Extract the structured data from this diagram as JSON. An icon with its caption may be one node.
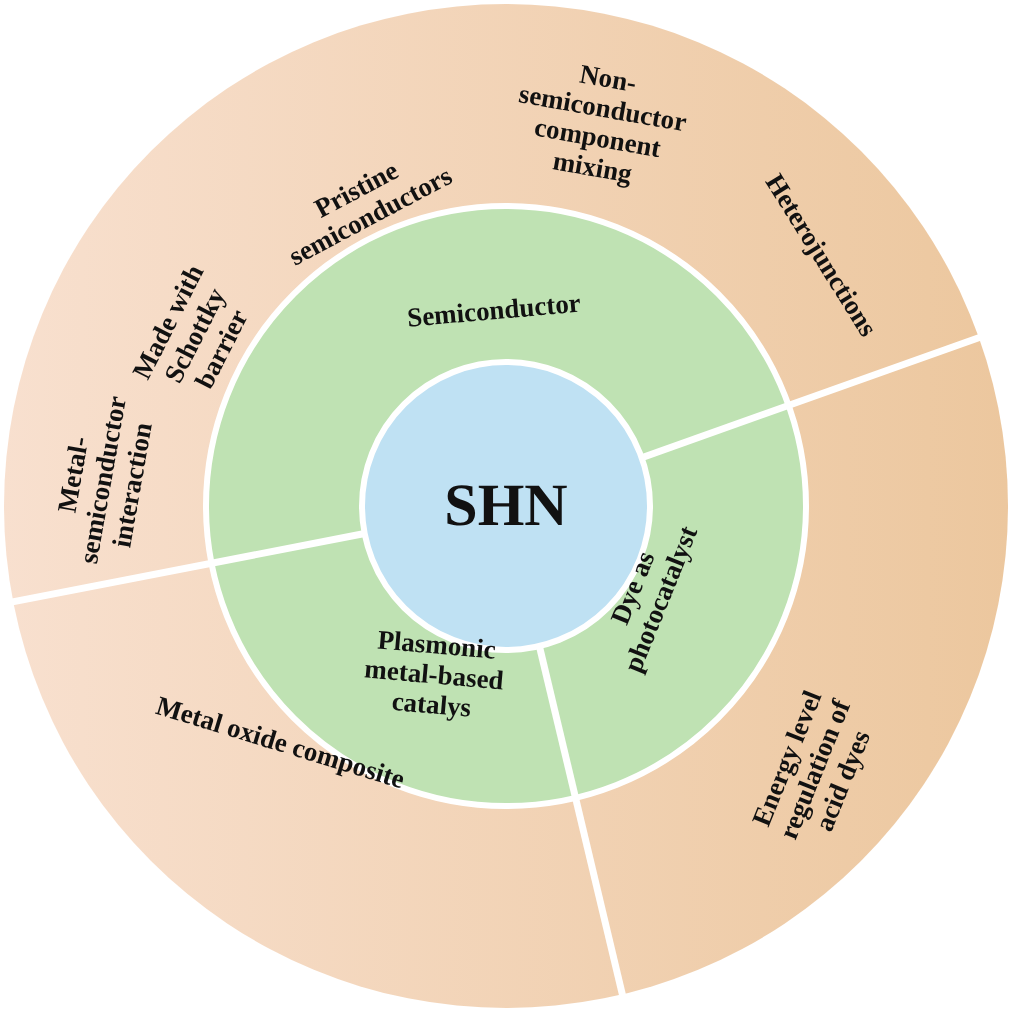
{
  "diagram": {
    "nodes": [
      {
        "text": [
          "Metal-semiconductor interaction",
          "Made with Schottky barrier",
          "Pristine semiconductors",
          "Non-semiconductor component mixing",
          "Heterojunctions",
          "Metal oxide composite",
          "Energy level regulation of acid dyes"
        ]
      },
      {
        "text": [
          "Semiconductor",
          "Plasmonic metal-based catalys",
          "Dye as photocatalyst"
        ],
        "in": 0
      },
      {
        "text": [
          "SHN"
        ],
        "in": 1
      }
    ]
  }
}
